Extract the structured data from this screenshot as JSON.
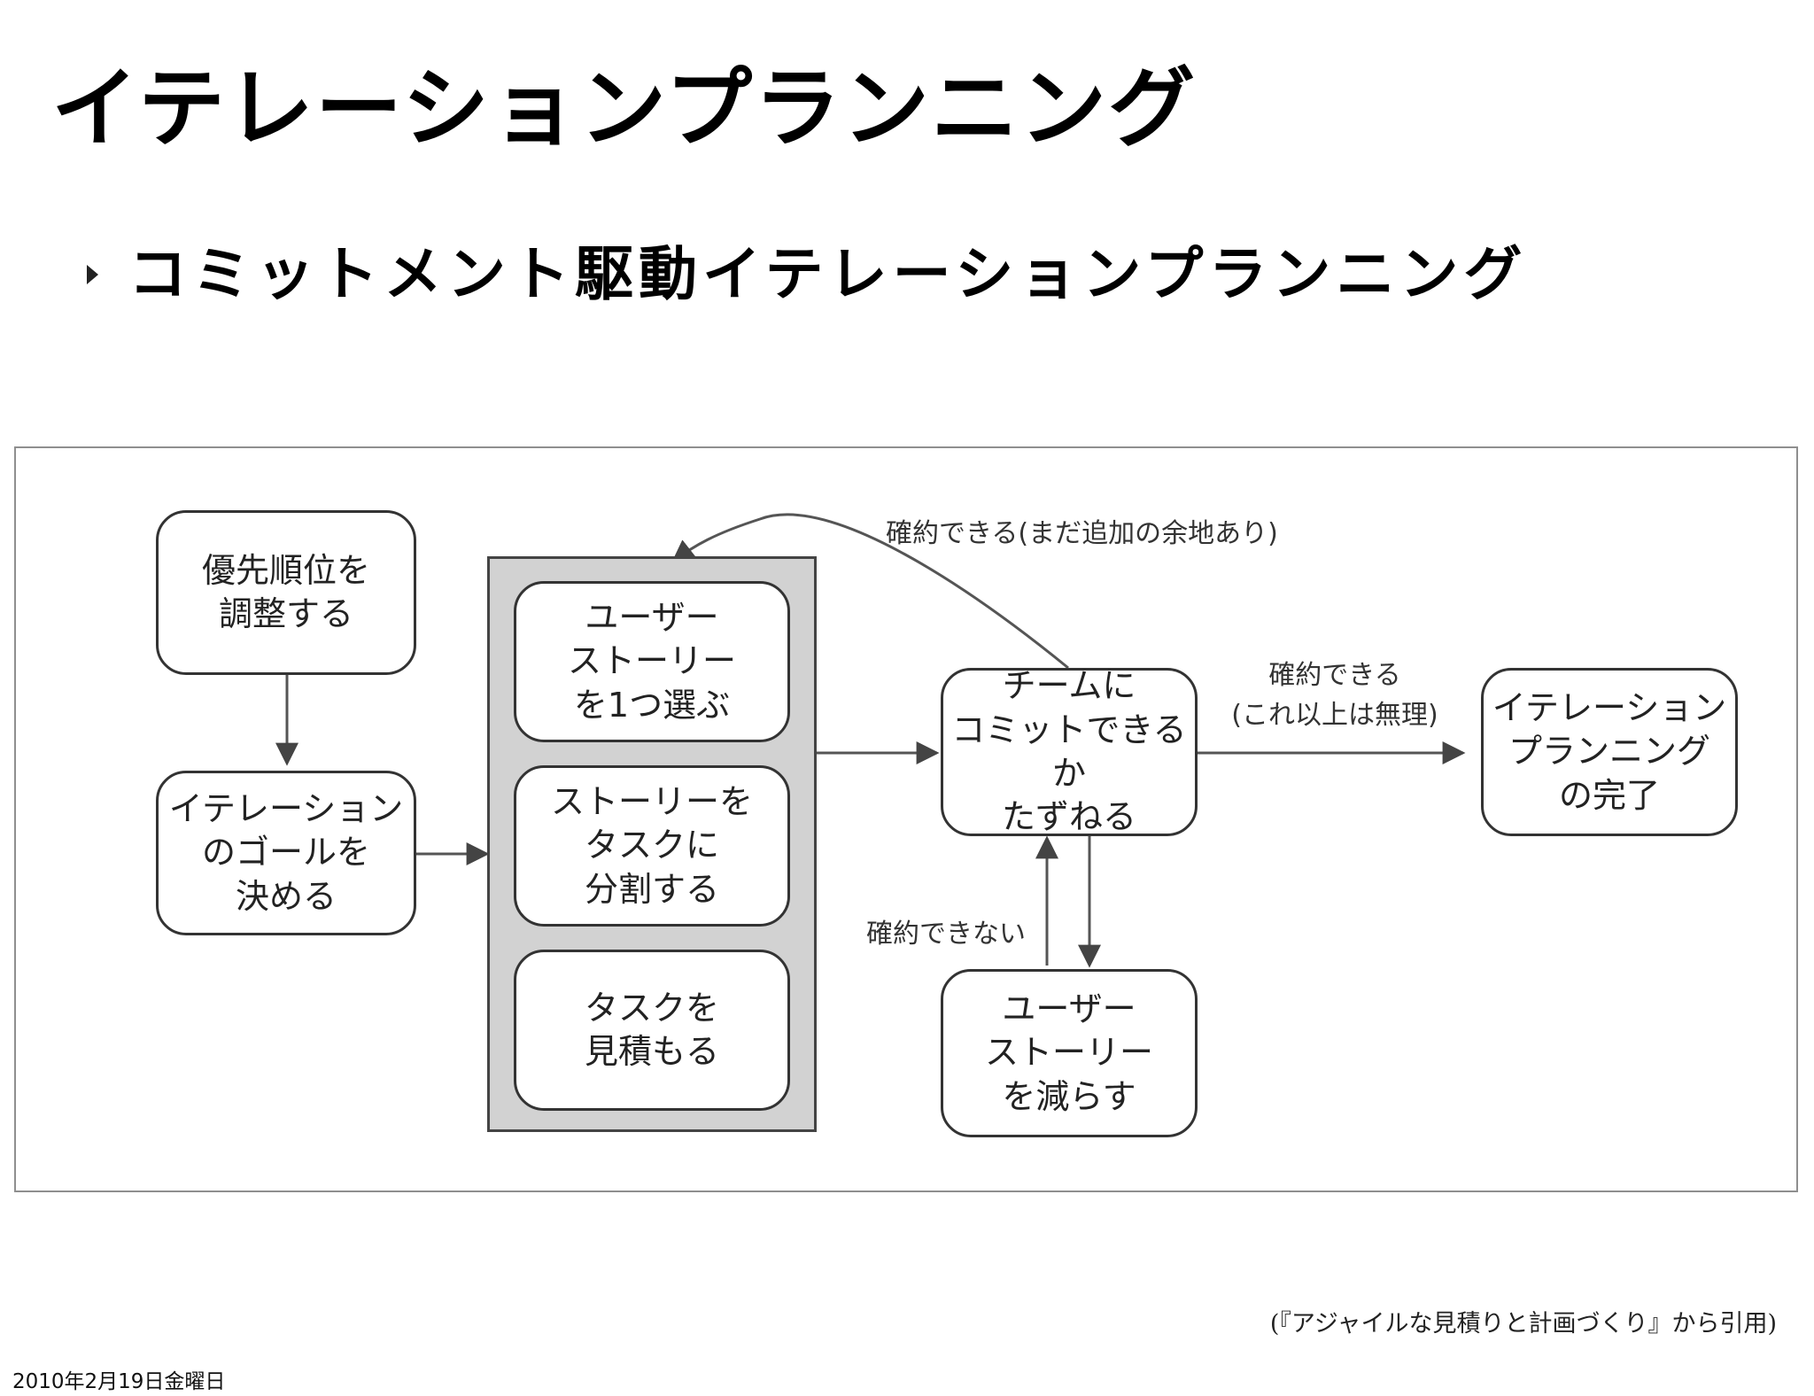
{
  "slide": {
    "title": "イテレーションプランニング",
    "bullet": "コミットメント駆動イテレーションプランニング",
    "citation": "(『アジャイルな見積りと計画づくり』から引用)",
    "footer_date": "2010年2月19日金曜日"
  },
  "diagram": {
    "nodes": {
      "prioritize": "優先順位を\n調整する",
      "decide_goal": "イテレーション\nのゴールを\n決める",
      "pick_story": "ユーザー\nストーリー\nを1つ選ぶ",
      "split_tasks": "ストーリーを\nタスクに\n分割する",
      "estimate_tasks": "タスクを\n見積もる",
      "ask_team": "チームに\nコミットできるか\nたずねる",
      "reduce_stories": "ユーザー\nストーリー\nを減らす",
      "planning_done": "イテレーション\nプランニング\nの完了"
    },
    "edge_labels": {
      "can_commit_more": "確約できる(まだ追加の余地あり)",
      "can_commit_done": "確約できる\n(これ以上は無理)",
      "cannot_commit": "確約できない"
    }
  }
}
